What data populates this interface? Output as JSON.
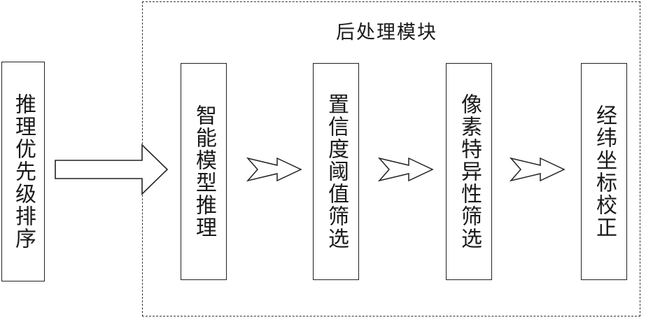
{
  "module": {
    "title": "后处理模块"
  },
  "input": {
    "label": "推理优先级排序"
  },
  "steps": [
    {
      "label": "智能模型推理"
    },
    {
      "label": "置信度阈值筛选"
    },
    {
      "label": "像素特异性筛选"
    },
    {
      "label": "经纬坐标校正"
    }
  ]
}
